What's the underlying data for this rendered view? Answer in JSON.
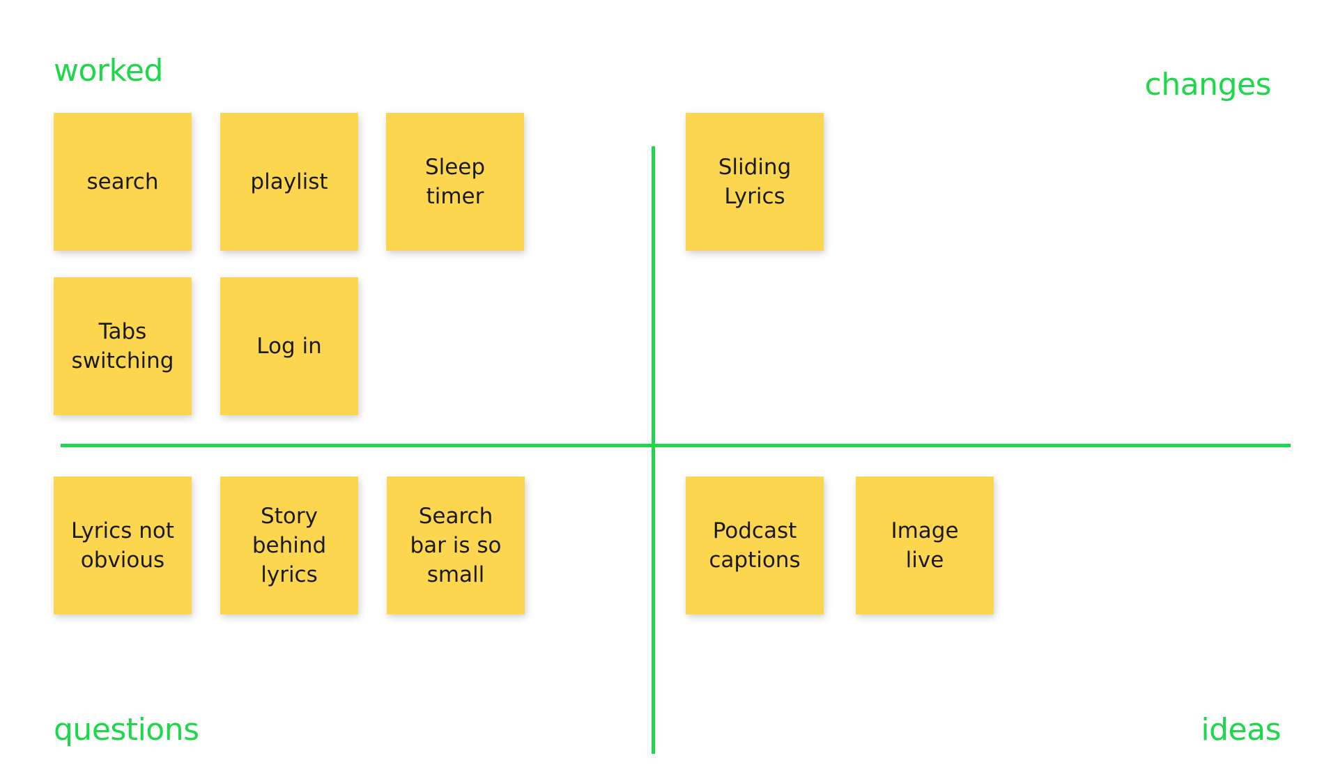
{
  "colors": {
    "accent": "#1ed84a",
    "sticky": "#fdd64f",
    "text": "#1a1a1a",
    "background": "#ffffff"
  },
  "quadrants": {
    "worked": {
      "label": "worked"
    },
    "changes": {
      "label": "changes"
    },
    "questions": {
      "label": "questions"
    },
    "ideas": {
      "label": "ideas"
    }
  },
  "notes": {
    "search": "search",
    "playlist": "playlist",
    "sleep_timer": "Sleep\ntimer",
    "tabs_switching": "Tabs\nswitching",
    "log_in": "Log in",
    "sliding_lyrics": "Sliding\nLyrics",
    "lyrics_not_obvious": "Lyrics not\nobvious",
    "story_behind_lyrics": "Story\nbehind\nlyrics",
    "search_bar_small": "Search\nbar is so\nsmall",
    "podcast_captions": "Podcast\ncaptions",
    "image_live": "Image\nlive"
  }
}
